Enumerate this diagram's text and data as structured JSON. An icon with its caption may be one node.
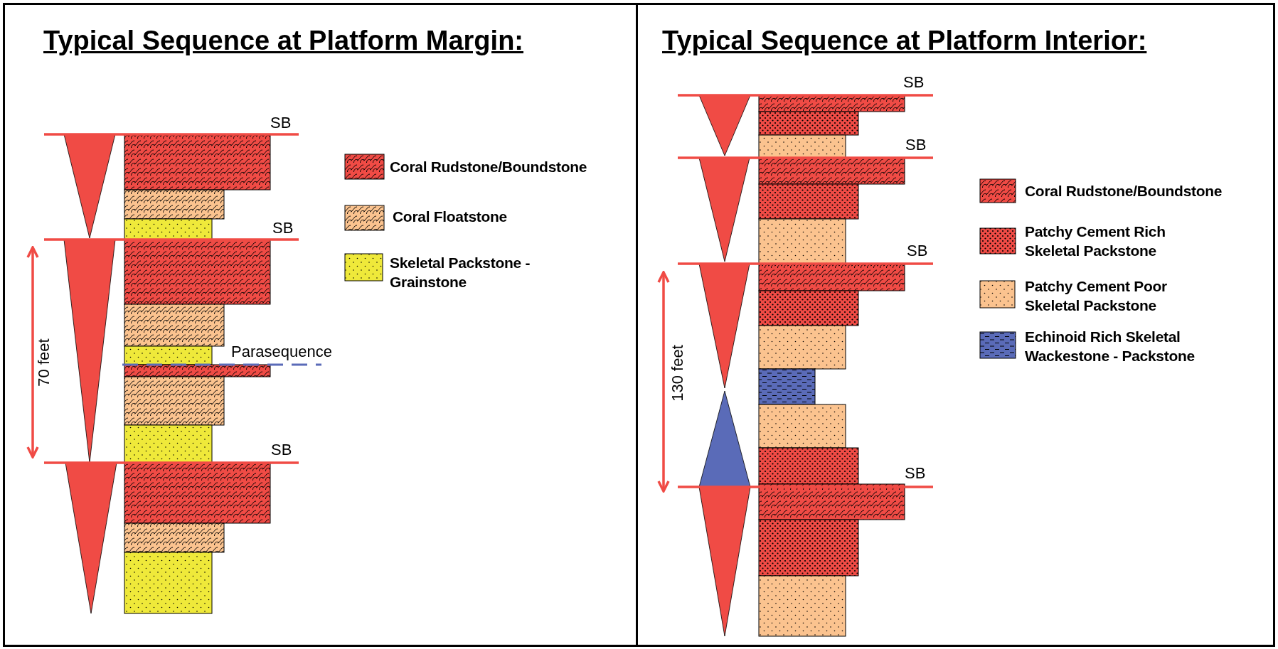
{
  "diagram": {
    "nodes": [
      {
        "text": [
          "Typical Sequence at Platform Margin:"
        ]
      },
      {
        "text": [
          "Typical Sequence at Platform Interior:"
        ]
      }
    ],
    "labels": [
      "SB",
      "SB",
      "70 feet",
      "Parasequence",
      "SB",
      "SB",
      "SB",
      "SB",
      "130 feet",
      "SB"
    ],
    "legend": [
      {
        "text": "Coral Rudstone/Boundstone"
      },
      {
        "text": "Coral Floatstone"
      },
      {
        "text": "Skeletal Packstone - Grainstone"
      },
      {
        "text": "Coral Rudstone/Boundstone"
      },
      {
        "text": "Patchy Cement Rich Skeletal Packstone"
      },
      {
        "text": "Patchy Cement Poor Skeletal Packstone"
      },
      {
        "text": "Echinoid Rich Skeletal Wackestone - Packstone"
      }
    ]
  }
}
